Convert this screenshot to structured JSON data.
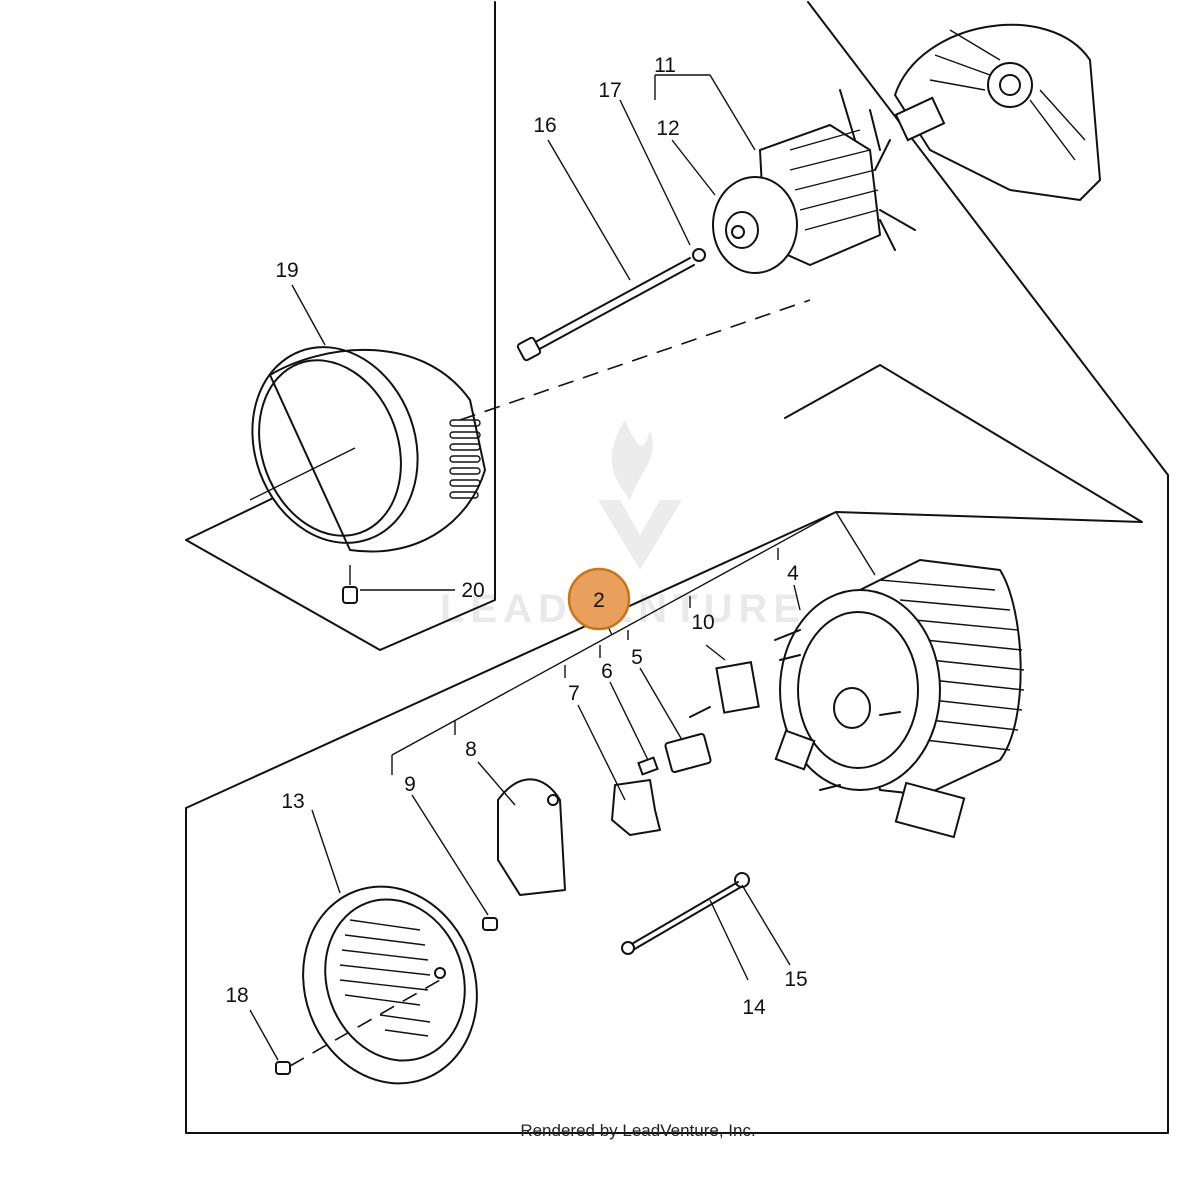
{
  "diagram": {
    "callouts": [
      "2",
      "4",
      "5",
      "6",
      "7",
      "8",
      "9",
      "10",
      "11",
      "12",
      "13",
      "14",
      "15",
      "16",
      "17",
      "18",
      "19",
      "20"
    ],
    "highlight": {
      "label": "2",
      "color": "#e8a05c",
      "border": "#c8731f"
    },
    "watermark": "LEADVENTURE",
    "footer": "Rendered by LeadVenture, Inc."
  }
}
